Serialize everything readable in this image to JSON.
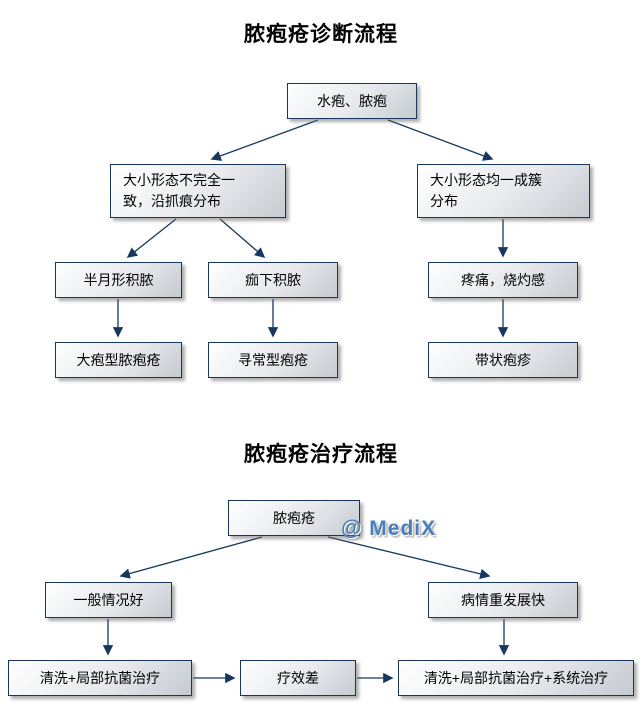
{
  "diagnosis": {
    "title": "脓疱疮诊断流程",
    "nodes": {
      "root": "水疱、脓疱",
      "irregular": "大小形态不完全一\n致，沿抓痕分布",
      "uniform": "大小形态均一成簇\n分布",
      "half_moon_pus": "半月形积脓",
      "crust_pus": "痂下积脓",
      "pain_burning": "疼痛，烧灼感",
      "bullous_impetigo": "大疱型脓疱疮",
      "common_impetigo": "寻常型疱疮",
      "herpes_zoster": "带状疱疹"
    },
    "edges": [
      {
        "from": "root",
        "to": "irregular"
      },
      {
        "from": "root",
        "to": "uniform"
      },
      {
        "from": "irregular",
        "to": "half_moon_pus"
      },
      {
        "from": "irregular",
        "to": "crust_pus"
      },
      {
        "from": "uniform",
        "to": "pain_burning"
      },
      {
        "from": "half_moon_pus",
        "to": "bullous_impetigo"
      },
      {
        "from": "crust_pus",
        "to": "common_impetigo"
      },
      {
        "from": "pain_burning",
        "to": "herpes_zoster"
      }
    ]
  },
  "treatment": {
    "title": "脓疱疮治疗流程",
    "nodes": {
      "root": "脓疱疮",
      "good_condition": "一般情况好",
      "severe_fast": "病情重发展快",
      "local_therapy": "清洗+局部抗菌治疗",
      "poor_response": "疗效差",
      "systemic_therapy": "清洗+局部抗菌治疗+系统治疗"
    },
    "edges": [
      {
        "from": "root",
        "to": "good_condition"
      },
      {
        "from": "root",
        "to": "severe_fast"
      },
      {
        "from": "good_condition",
        "to": "local_therapy"
      },
      {
        "from": "severe_fast",
        "to": "systemic_therapy"
      },
      {
        "from": "local_therapy",
        "to": "poor_response"
      },
      {
        "from": "poor_response",
        "to": "systemic_therapy"
      }
    ]
  },
  "watermark": "@ MediX",
  "colors": {
    "border": "#17375e",
    "arrow": "#17375e",
    "box_gradient_top": "#ffffff",
    "box_gradient_bottom": "#c6cbd1",
    "watermark_color": "#4a7ebb"
  }
}
